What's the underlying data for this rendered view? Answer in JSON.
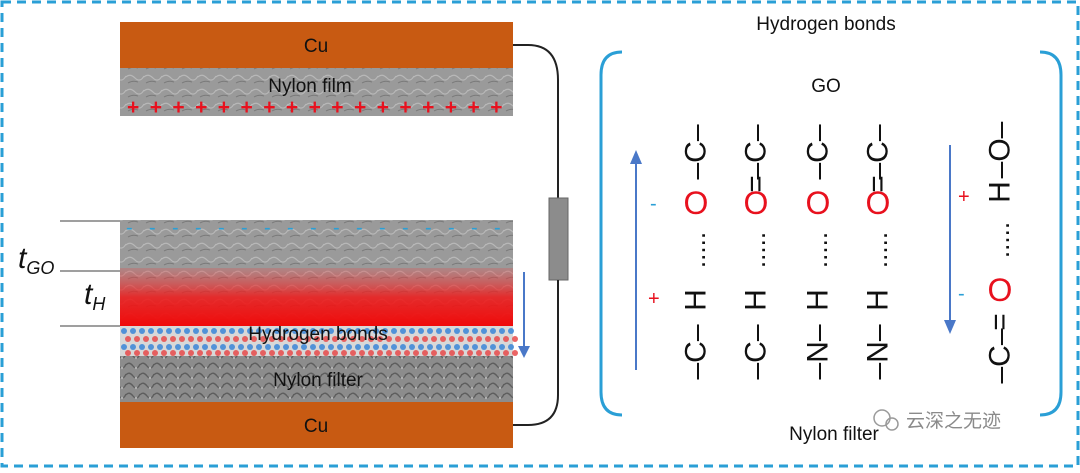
{
  "device": {
    "top_electrode": "Cu",
    "top_film": "Nylon film",
    "top_charge_symbol": "+",
    "layer_thickness_labels": {
      "go_base": "t",
      "go_sub": "GO",
      "h_base": "t",
      "h_sub": "H"
    },
    "interface_label": "Hydrogen bonds",
    "bottom_film": "Nylon filter",
    "bottom_electrode": "Cu",
    "go_charge_symbol": "-"
  },
  "bond_panel": {
    "title": "Hydrogen bonds",
    "top_label": "GO",
    "bottom_label": "Nylon filter",
    "left_arrow_signs": {
      "upper": "-",
      "lower": "+"
    },
    "right_arrow_signs": {
      "upper": "+",
      "lower": "-"
    },
    "columns": [
      {
        "top_bond": "–C–",
        "link_top": "",
        "oxygen": "O",
        "dots": ".....",
        "h": "H",
        "link_bottom": "–C–"
      },
      {
        "top_bond": "–C–",
        "link_top": "=",
        "oxygen": "O",
        "dots": ".....",
        "h": "H",
        "link_bottom": "–C–"
      },
      {
        "top_bond": "–C–",
        "link_top": "",
        "oxygen": "O",
        "dots": ".....",
        "h": "H",
        "link_bottom": "–N–"
      },
      {
        "top_bond": "–C–",
        "link_top": "=",
        "oxygen": "O",
        "dots": ".....",
        "h": "H",
        "link_bottom": "–N–"
      }
    ],
    "reverse_column": {
      "top": "–O–",
      "h": "H",
      "dots": ".....",
      "oxygen": "O",
      "link_bottom": "=",
      "bottom": "–C–"
    }
  },
  "watermark": "云深之无迹",
  "colors": {
    "copper": "#c85a12",
    "border_dash": "#2a9fd6",
    "bracket": "#2a9fd6",
    "plus": "#e8111e",
    "minus_blue": "#2a9fd6",
    "oxygen": "#e8111e",
    "arrow": "#4a78c8"
  }
}
